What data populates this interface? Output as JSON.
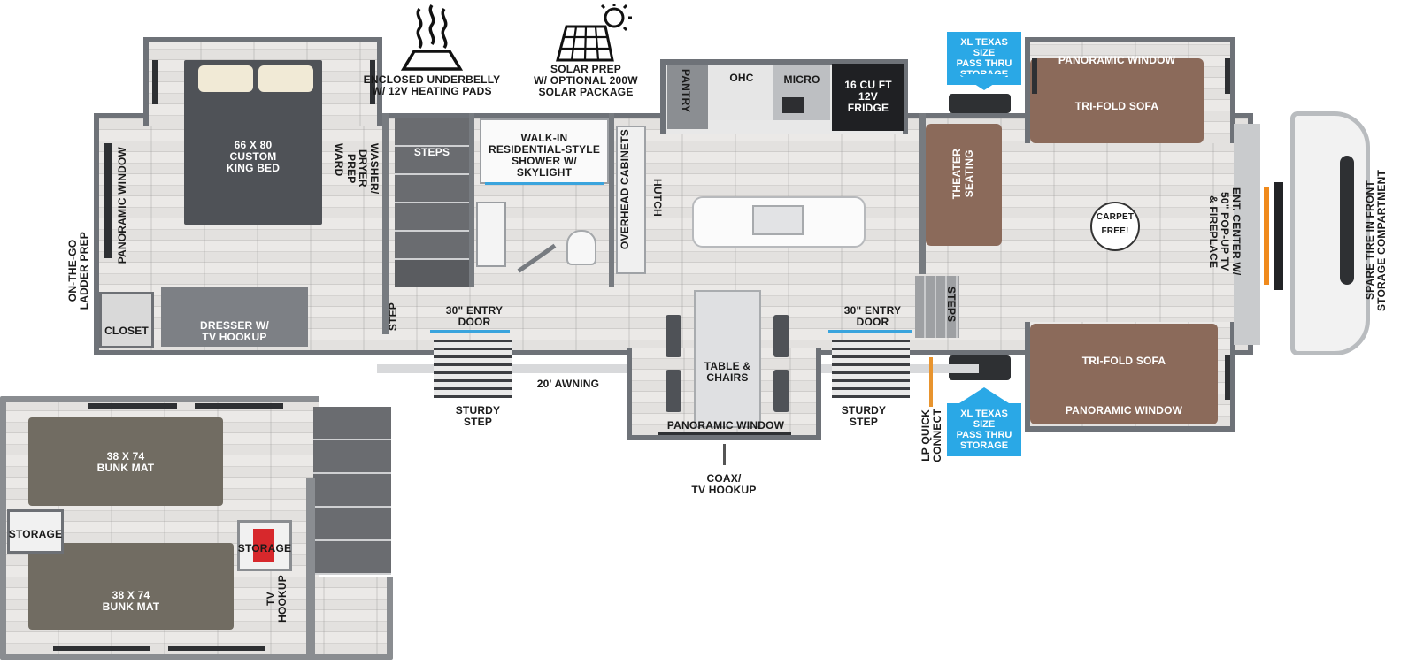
{
  "labels": {
    "enclosed_underbelly": [
      "ENCLOSED UNDERBELLY",
      "W/ 12V HEATING PADS"
    ],
    "solar_prep": [
      "SOLAR PREP",
      "W/ OPTIONAL 200W",
      "SOLAR PACKAGE"
    ],
    "king_bed": [
      "66 X 80",
      "CUSTOM",
      "KING BED"
    ],
    "ward": "WARD",
    "washer_dryer": [
      "WASHER/",
      "DRYER",
      "PREP"
    ],
    "steps_upper": "STEPS",
    "shower": [
      "WALK-IN",
      "RESIDENTIAL-STYLE",
      "SHOWER W/",
      "SKYLIGHT"
    ],
    "overhead_cabinets": "OVERHEAD CABINETS",
    "hutch": "HUTCH",
    "pantry": "PANTRY",
    "ohc": "OHC",
    "micro": "MICRO",
    "fridge": [
      "16 CU FT",
      "12V",
      "FRIDGE"
    ],
    "xl_storage_top": [
      "XL TEXAS SIZE",
      "PASS THRU",
      "STORAGE"
    ],
    "xl_storage_bottom": [
      "XL TEXAS SIZE",
      "PASS THRU",
      "STORAGE"
    ],
    "panoramic_window_top": "PANORAMIC WINDOW",
    "tri_fold_sofa_top": "TRI-FOLD SOFA",
    "theater_seating": [
      "THEATER",
      "SEATING"
    ],
    "carpet_free": [
      "CARPET",
      "FREE!"
    ],
    "ent_center": [
      "ENT. CENTER W/",
      "50\" POP-UP TV",
      "& FIREPLACE"
    ],
    "spare_tire": [
      "SPARE TIRE IN FRONT",
      "STORAGE COMPARTMENT"
    ],
    "panoramic_window_left": "PANORAMIC WINDOW",
    "ladder_prep": [
      "ON-THE-GO",
      "LADDER PREP"
    ],
    "closet": "CLOSET",
    "dresser": [
      "DRESSER W/",
      "TV HOOKUP"
    ],
    "step_small": "STEP",
    "entry_door_left": [
      "30\" ENTRY",
      "DOOR"
    ],
    "entry_door_right": [
      "30\" ENTRY",
      "DOOR"
    ],
    "awning": "20' AWNING",
    "sturdy_step_left": [
      "STURDY",
      "STEP"
    ],
    "sturdy_step_right": [
      "STURDY",
      "STEP"
    ],
    "table_chairs": [
      "TABLE &",
      "CHAIRS"
    ],
    "panoramic_window_dining": "PANORAMIC WINDOW",
    "coax": [
      "COAX/",
      "TV HOOKUP"
    ],
    "steps_front": "STEPS",
    "lp_quick_connect": [
      "LP QUICK",
      "CONNECT"
    ],
    "tri_fold_sofa_bottom": "TRI-FOLD SOFA",
    "panoramic_window_bottom": "PANORAMIC WINDOW",
    "bunk_mat_top": [
      "38 X 74",
      "BUNK MAT"
    ],
    "bunk_mat_bottom": [
      "38 X 74",
      "BUNK MAT"
    ],
    "storage_left": "STORAGE",
    "storage_right": "STORAGE",
    "tv_hookup_loft": [
      "TV",
      "HOOKUP"
    ]
  },
  "colors": {
    "callout_blue": "#2aa8e6",
    "wall_gray": "#777b80",
    "sofa_brown": "#8b6a5a",
    "bunk_olive": "#716c62",
    "fireplace_orange": "#f08a1c",
    "storage_red": "#d7282c"
  },
  "icons": [
    "heat-icon",
    "solar-panel-icon",
    "carpet-free-icon",
    "arrow-down-icon",
    "arrow-up-icon"
  ]
}
